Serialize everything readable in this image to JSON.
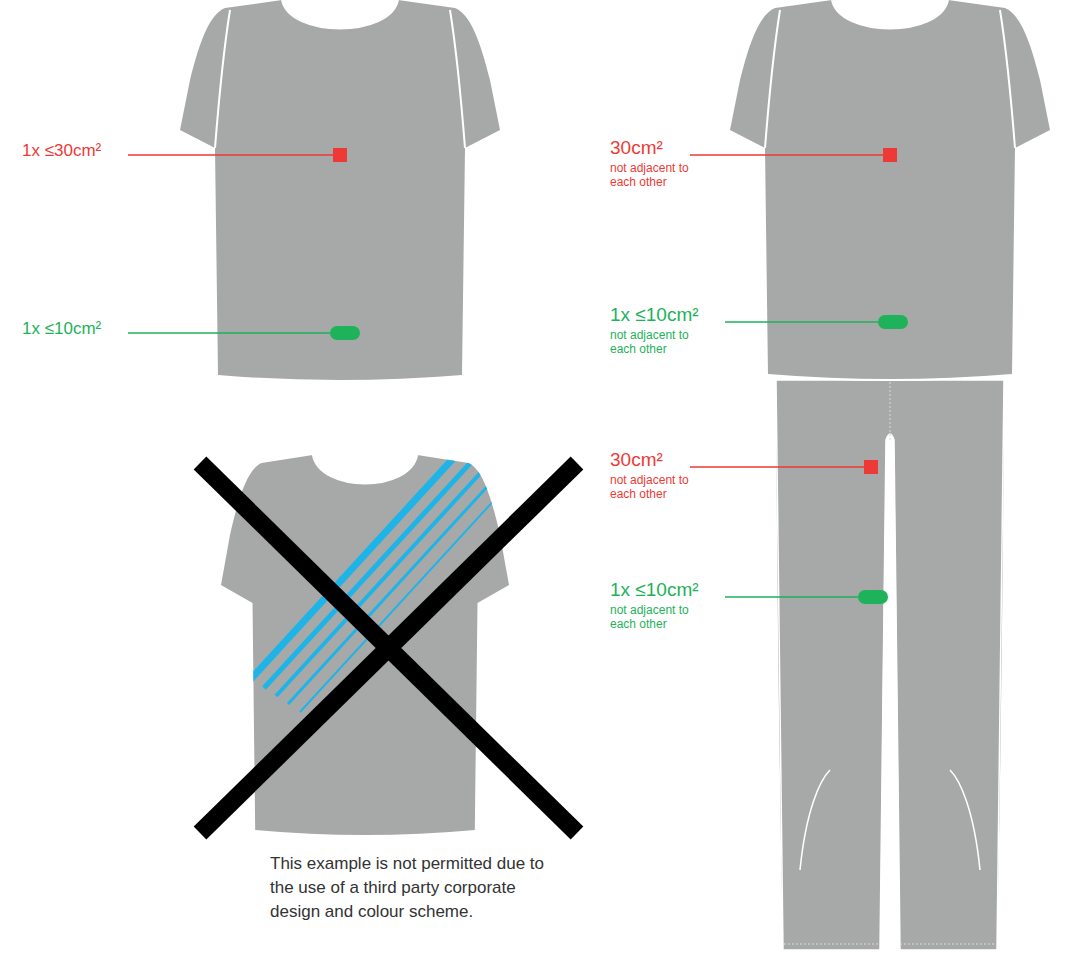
{
  "diagram": {
    "labels": [
      "1x ≤30cm²",
      "1x ≤10cm²",
      "30cm²",
      "not adjacent to each other",
      "1x ≤10cm²",
      "not adjacent to each other",
      "30cm²",
      "not adjacent to each other",
      "1x ≤10cm²",
      "not adjacent to each other",
      "This example is not permitted due to the use of a third party corporate design and colour scheme."
    ]
  }
}
